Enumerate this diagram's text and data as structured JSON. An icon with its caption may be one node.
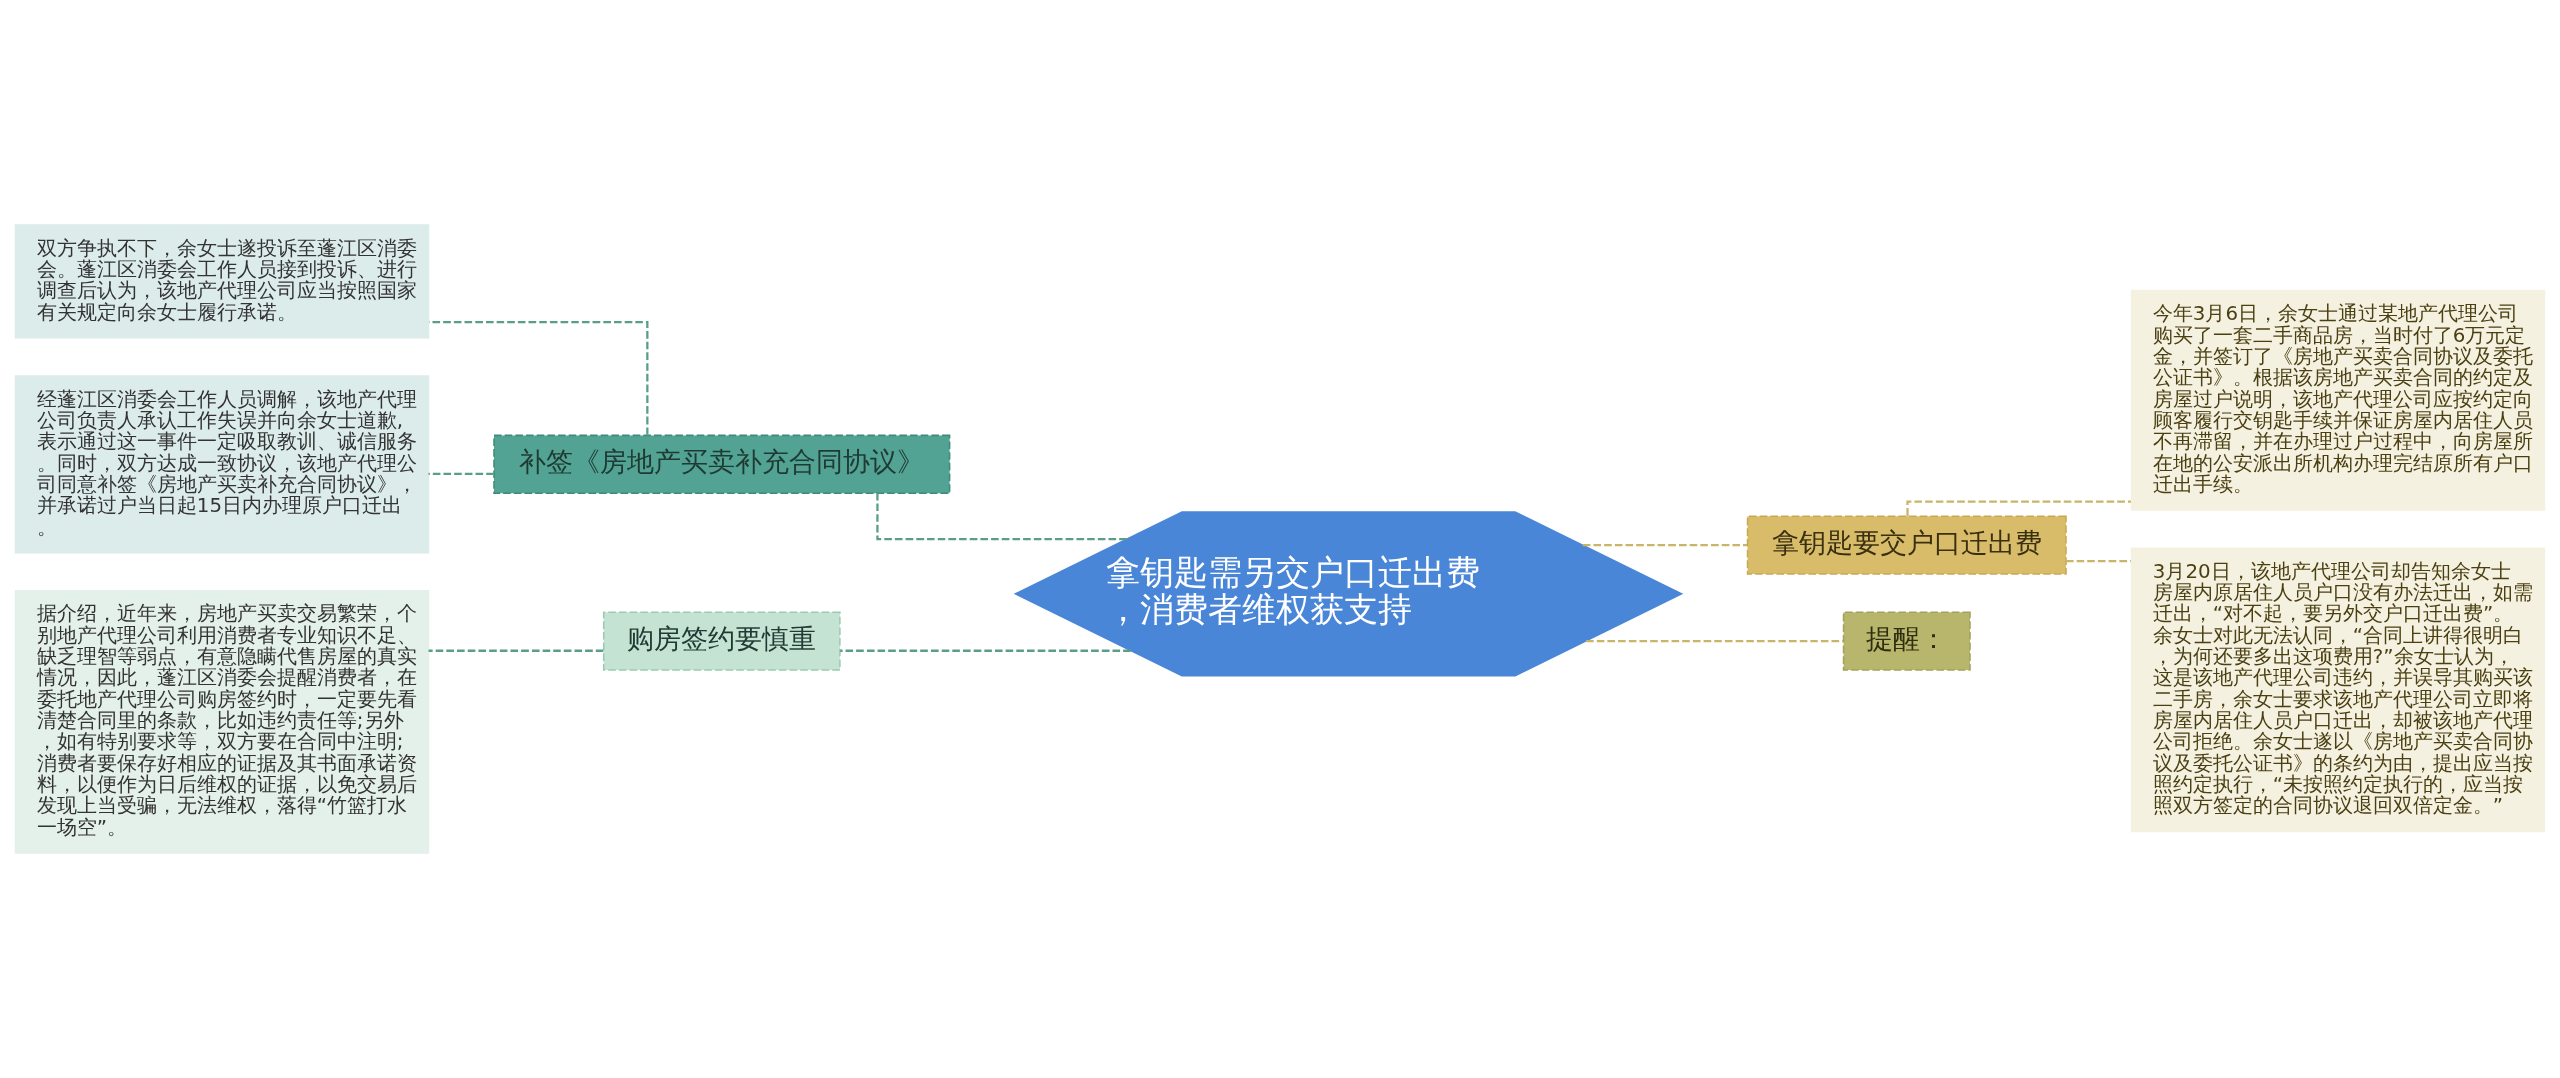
{
  "diagram": {
    "nodes": [
      {
        "text": [
          "拿钥匙需另交户口迁出费，消费者维权获支持"
        ]
      },
      {
        "text": [
          "补签《房地产买卖补充合同协议》"
        ]
      },
      {
        "text": [
          "双方争执不下，余女士遂投诉至蓬江区消委会。蓬江区消委会工作人员接到投诉、进行调查后认为，该地产代理公司应当按照国家有关规定向余女士履行承诺。"
        ]
      },
      {
        "text": [
          "经蓬江区消委会工作人员调解，该地产代理公司负责人承认工作失误并向余女士道歉,表示通过这一事件一定吸取教训、诚信服务。同时，双方达成一致协议，该地产代理公司同意补签《房地产买卖补充合同协议》，并承诺过户当日起15日内办理原户口迁出。"
        ]
      },
      {
        "text": [
          "购房签约要慎重"
        ]
      },
      {
        "text": [
          "据介绍，近年来，房地产买卖交易繁荣，个别地产代理公司利用消费者专业知识不足、缺乏理智等弱点，有意隐瞒代售房屋的真实情况，因此，蓬江区消委会提醒消费者，在委托地产代理公司购房签约时，一定要先看清楚合同里的条款，比如违约责任等;另外，如有特别要求等，双方要在合同中注明;消费者要保存好相应的证据及其书面承诺资料，以便作为日后维权的证据，以免交易后发现上当受骗，无法维权，落得“竹篮打水一场空”。"
        ]
      },
      {
        "text": [
          "拿钥匙要交户口迁出费"
        ]
      },
      {
        "text": [
          "今年3月6日，余女士通过某地产代理公司购买了一套二手商品房，当时付了6万元定金，并签订了《房地产买卖合同协议及委托公证书》。根据该房地产买卖合同的约定及房屋过户说明，该地产代理公司应按约定向顾客履行交钥匙手续并保证房屋内居住人员不再滞留，并在办理过户过程中，向房屋所在地的公安派出所机构办理完结原所有户口迁出手续。"
        ]
      },
      {
        "text": [
          "3月20日，该地产代理公司却告知余女士房屋内原居住人员户口没有办法迁出，如需迁出，“对不起，要另外交户口迁出费”。余女士对此无法认同，“合同上讲得很明白，为何还要多出这项费用?”余女士认为，这是该地产代理公司违约，并误导其购买该二手房，余女士要求该地产代理公司立即将房屋内居住人员户口迁出，却被该地产代理公司拒绝。余女士遂以《房地产买卖合同协议及委托公证书》的条约为由，提出应当按照约定执行，“未按照约定执行的，应当按照双方签定的合同协议退回双倍定金。”"
        ]
      },
      {
        "text": [
          "提醒："
        ]
      }
    ],
    "edges": [
      {
        "from": 0,
        "to": 1,
        "arrow": "none",
        "style": "dashed"
      },
      {
        "from": 1,
        "to": 2,
        "arrow": "none",
        "style": "dashed"
      },
      {
        "from": 1,
        "to": 3,
        "arrow": "none",
        "style": "dashed"
      },
      {
        "from": 0,
        "to": 4,
        "arrow": "none",
        "style": "dashed"
      },
      {
        "from": 4,
        "to": 5,
        "arrow": "none",
        "style": "dashed"
      },
      {
        "from": 0,
        "to": 6,
        "arrow": "none",
        "style": "dashed",
        "color": "#c9b56a"
      },
      {
        "from": 6,
        "to": 7,
        "arrow": "none",
        "style": "dashed",
        "color": "#c9b56a"
      },
      {
        "from": 6,
        "to": 8,
        "arrow": "none",
        "style": "dashed",
        "color": "#c9b56a"
      },
      {
        "from": 0,
        "to": 9,
        "arrow": "none",
        "style": "dashed",
        "color": "#c9b56a"
      }
    ]
  }
}
